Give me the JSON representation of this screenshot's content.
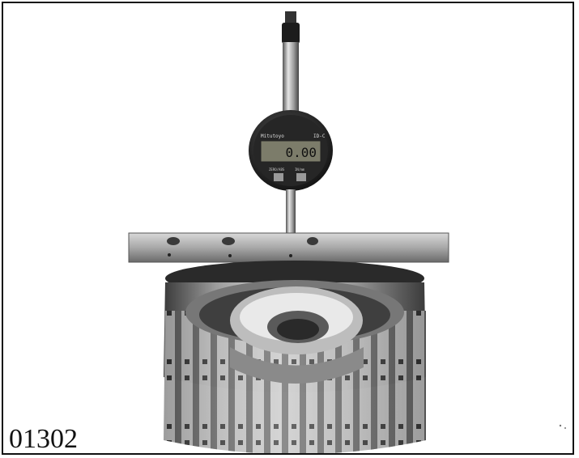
{
  "figure": {
    "number": "01302",
    "gauge": {
      "brand": "Mitutoyo",
      "model": "ID-C",
      "reading": "0.00",
      "button_left": "ZERO/ABS",
      "button_right": "IN/mm"
    }
  },
  "colors": {
    "border": "#111111",
    "background": "#ffffff"
  }
}
